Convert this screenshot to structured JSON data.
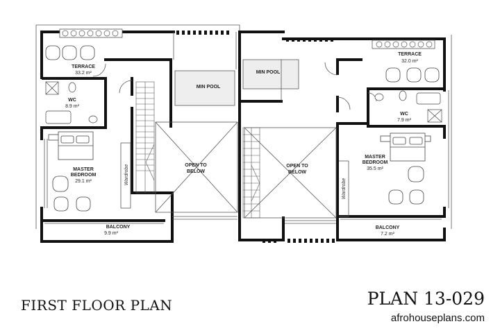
{
  "titles": {
    "floor": "FIRST FLOOR PLAN",
    "plan_number": "PLAN 13-029",
    "website": "afrohouseplans.com"
  },
  "rooms": {
    "terrace_left": {
      "name": "TERRACE",
      "area": "33.2 m²"
    },
    "terrace_right": {
      "name": "TERRACE",
      "area": "32.0 m²"
    },
    "wc_left": {
      "name": "WC",
      "area": "8.9 m²"
    },
    "wc_right": {
      "name": "WC",
      "area": "7.9 m²"
    },
    "pool_left": {
      "name": "MIN POOL"
    },
    "pool_right": {
      "name": "MIN POOL"
    },
    "bedroom_left": {
      "name1": "MASTER",
      "name2": "BEDROOM",
      "area": "29.1 m²"
    },
    "bedroom_right": {
      "name1": "MASTER",
      "name2": "BEDROOM",
      "area": "35.5 m²"
    },
    "open_left": {
      "line1": "OPEN TO",
      "line2": "BELOW"
    },
    "open_right": {
      "line1": "OPEN TO",
      "line2": "BELOW"
    },
    "balcony_left": {
      "name": "BALCONY",
      "area": "9.9 m²"
    },
    "balcony_right": {
      "name": "BALCONY",
      "area": "7.2 m²"
    },
    "wardrobe_left": "Wardrobe",
    "wardrobe_right": "Wardrobe"
  },
  "colors": {
    "wall": "#111111",
    "line": "#555555",
    "pool": "#eeeeee"
  }
}
